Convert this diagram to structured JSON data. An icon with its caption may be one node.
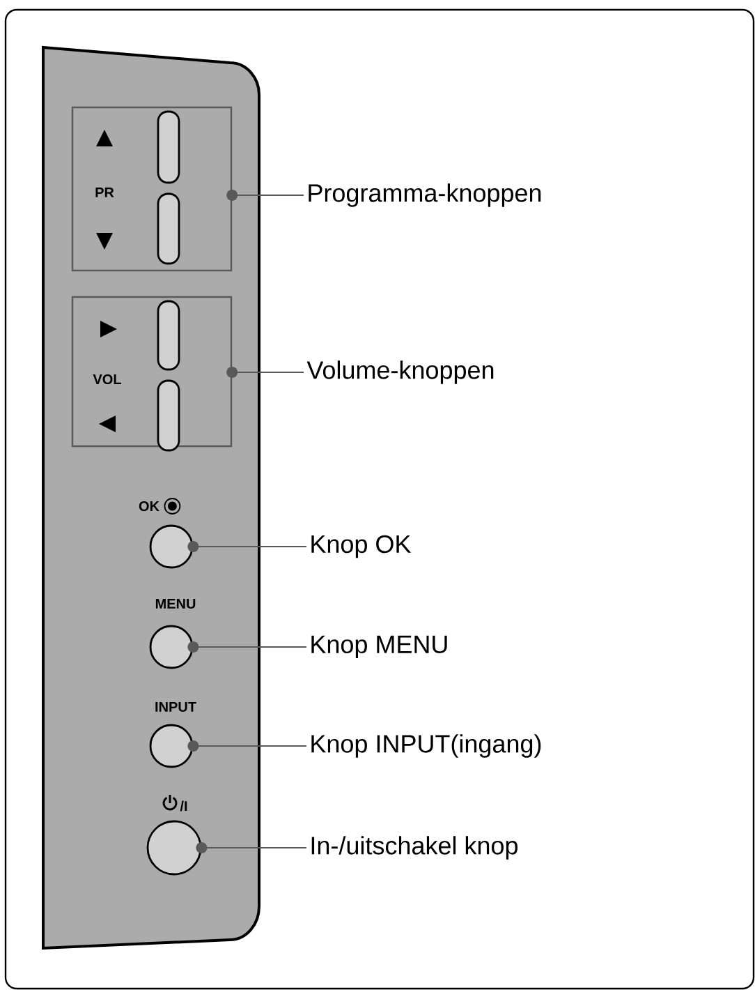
{
  "diagram": {
    "nodes": [
      {
        "text": [],
        "shape": "box"
      },
      {
        "text": [
          "PR"
        ],
        "in": 0
      },
      {
        "text": [
          "Programma-knoppen"
        ]
      },
      {
        "text": [
          "VOL"
        ],
        "in": 0
      },
      {
        "text": [
          "Volume-knoppen"
        ]
      },
      {
        "text": [],
        "shape": "circle",
        "in": 0,
        "beside": [
          "OK"
        ]
      },
      {
        "text": [
          "Knop OK"
        ]
      },
      {
        "text": [],
        "shape": "circle",
        "in": 0,
        "beside": [
          "MENU"
        ]
      },
      {
        "text": [
          "Knop MENU"
        ]
      },
      {
        "text": [],
        "shape": "circle",
        "in": 0,
        "beside": [
          "INPUT"
        ]
      },
      {
        "text": [
          "Knop INPUT(ingang)"
        ]
      },
      {
        "text": [],
        "shape": "circle",
        "in": 0,
        "beside": [
          "/I"
        ]
      },
      {
        "text": [
          "In-/uitschakel knop"
        ]
      }
    ],
    "edges": [
      {
        "from": 2,
        "to": 1,
        "arrow": "other"
      },
      {
        "from": 4,
        "to": 3,
        "arrow": "other"
      },
      {
        "from": 6,
        "to": 5,
        "arrow": "other"
      },
      {
        "from": 8,
        "to": 7,
        "arrow": "other"
      },
      {
        "from": 10,
        "to": 9,
        "arrow": "other"
      },
      {
        "from": 12,
        "to": 11,
        "arrow": "other"
      }
    ]
  }
}
